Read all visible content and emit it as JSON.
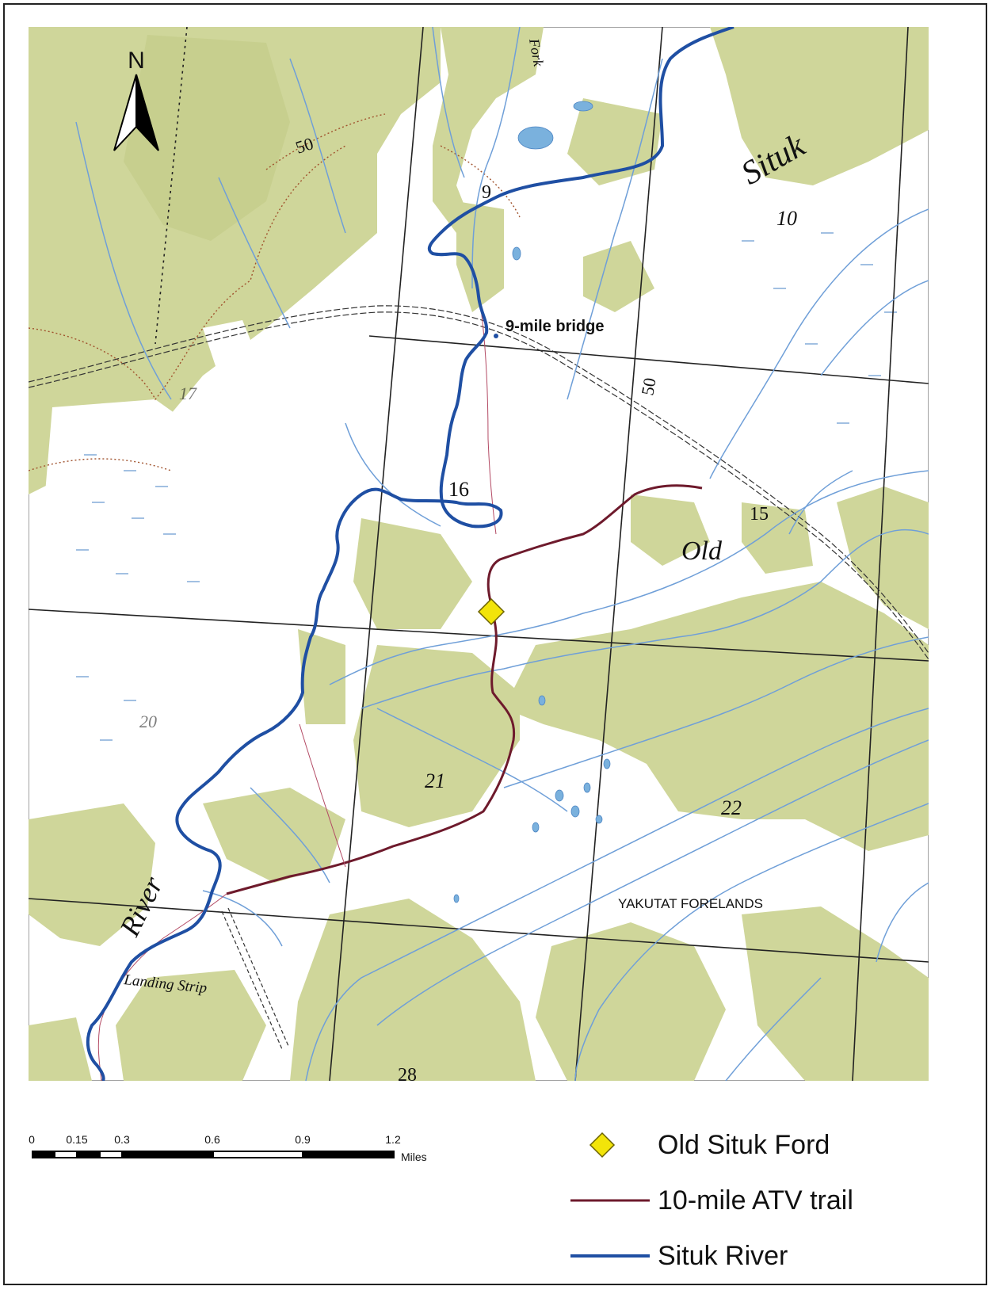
{
  "map": {
    "north_label": "N",
    "place_labels": {
      "nine_mile_bridge": "9-mile bridge",
      "yakutat_forelands": "YAKUTAT FORELANDS",
      "landing_strip": "Landing Strip",
      "situk": "Situk",
      "river": "River",
      "old": "Old",
      "fork": "Fork"
    },
    "section_numbers": [
      "9",
      "10",
      "15",
      "16",
      "17",
      "20",
      "21",
      "22",
      "28"
    ],
    "contour_labels": [
      "50",
      "50"
    ],
    "colors": {
      "land_green": "#cfd69a",
      "river_blue": "#1f4fa3",
      "trail_maroon": "#6e1a2c",
      "stream_blue": "#6f9fd8",
      "ford_yellow": "#f2e40a",
      "contour_brown": "#a0522d"
    }
  },
  "scale": {
    "ticks": [
      "0",
      "0.15",
      "0.3",
      "0.6",
      "0.9",
      "1.2"
    ],
    "units": "Miles"
  },
  "legend": {
    "items": [
      {
        "label": "Old Situk Ford",
        "symbol": "yellow-diamond"
      },
      {
        "label": "10-mile ATV trail",
        "symbol": "maroon-line"
      },
      {
        "label": "Situk River",
        "symbol": "blue-line"
      }
    ]
  }
}
